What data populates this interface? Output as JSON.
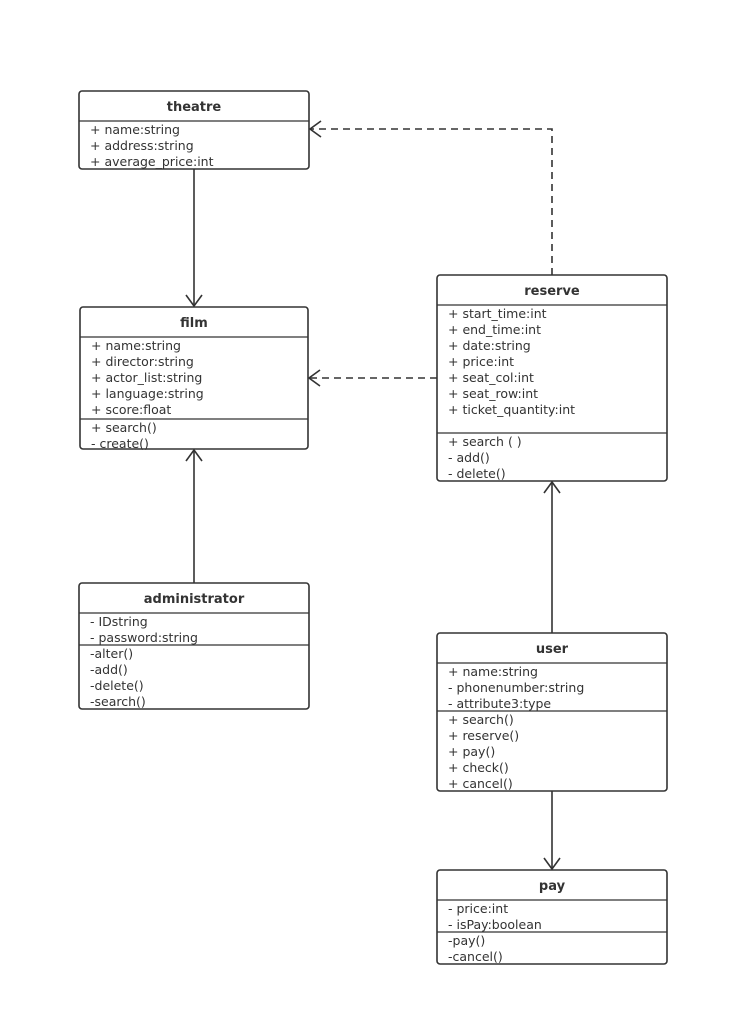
{
  "classes": {
    "theatre": {
      "name": "theatre",
      "attributes": [
        "+ name:string",
        "+ address:string",
        "+ average_price:int"
      ],
      "methods": []
    },
    "film": {
      "name": "film",
      "attributes": [
        "+ name:string",
        "+ director:string",
        "+ actor_list:string",
        "+ language:string",
        "+ score:float"
      ],
      "methods": [
        "+ search()",
        "-  create()"
      ]
    },
    "reserve": {
      "name": "reserve",
      "attributes": [
        "+ start_time:int",
        "+ end_time:int",
        "+ date:string",
        "+ price:int",
        "+ seat_col:int",
        "+ seat_row:int",
        "+ ticket_quantity:int"
      ],
      "methods": [
        "+ search (  )",
        "-  add()",
        "-  delete()"
      ]
    },
    "administrator": {
      "name": "administrator",
      "attributes": [
        "- IDstring",
        "- password:string"
      ],
      "methods": [
        "-alter()",
        "-add()",
        "-delete()",
        "-search()"
      ]
    },
    "user": {
      "name": "user",
      "attributes": [
        "+ name:string",
        "- phonenumber:string",
        "- attribute3:type"
      ],
      "methods": [
        "+ search()",
        "+ reserve()",
        "+ pay()",
        "+ check()",
        "+ cancel()"
      ]
    },
    "pay": {
      "name": "pay",
      "attributes": [
        "- price:int",
        "- isPay:boolean"
      ],
      "methods": [
        "-pay()",
        "-cancel()"
      ]
    }
  },
  "relations": [
    {
      "from": "theatre",
      "to": "film",
      "style": "solid"
    },
    {
      "from": "reserve",
      "to": "theatre",
      "style": "dashed"
    },
    {
      "from": "reserve",
      "to": "film",
      "style": "dashed"
    },
    {
      "from": "administrator",
      "to": "film",
      "style": "solid"
    },
    {
      "from": "user",
      "to": "reserve",
      "style": "solid"
    },
    {
      "from": "user",
      "to": "pay",
      "style": "solid"
    }
  ]
}
